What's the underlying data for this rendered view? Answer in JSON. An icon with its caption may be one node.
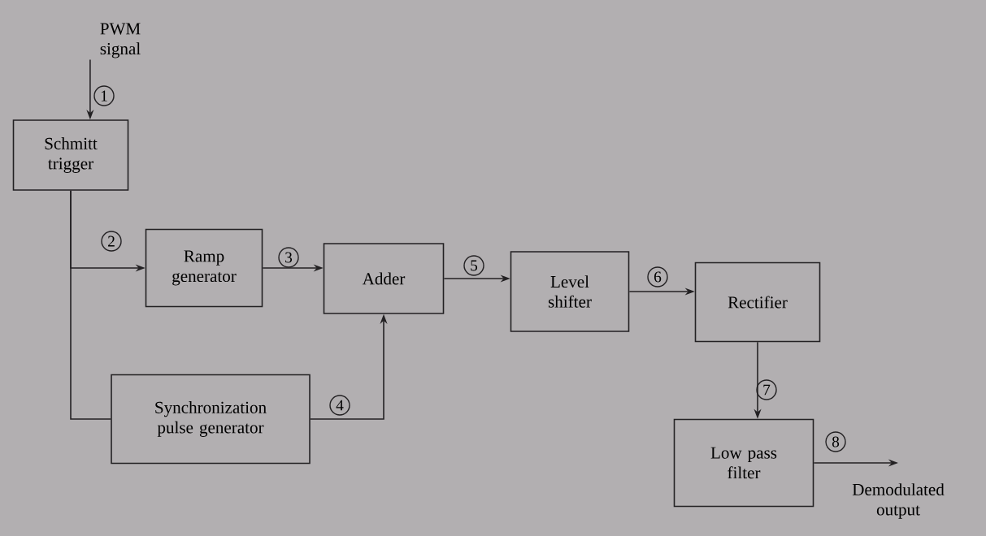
{
  "diagram": {
    "nodes": [
      {
        "text": [
          "PWM signal"
        ]
      },
      {
        "text": [
          "Schmitt trigger"
        ]
      },
      {
        "text": [
          "Ramp generator"
        ]
      },
      {
        "text": [
          "Adder"
        ]
      },
      {
        "text": [
          "Level shifter"
        ]
      },
      {
        "text": [
          "Rectifier"
        ]
      },
      {
        "text": [
          "Synchronization pulse generator"
        ]
      },
      {
        "text": [
          "Low pass filter"
        ]
      },
      {
        "text": [
          "Demodulated output"
        ]
      }
    ],
    "edges": [
      {
        "from": 0,
        "to": 1,
        "arrow": "to"
      },
      {
        "from": 1,
        "to": 2,
        "arrow": "to"
      },
      {
        "from": 1,
        "to": 6,
        "arrow": "none"
      },
      {
        "from": 2,
        "to": 3,
        "arrow": "to"
      },
      {
        "from": 6,
        "to": 3,
        "arrow": "to"
      },
      {
        "from": 3,
        "to": 4,
        "arrow": "to"
      },
      {
        "from": 4,
        "to": 5,
        "arrow": "to"
      },
      {
        "from": 5,
        "to": 7,
        "arrow": "to"
      },
      {
        "from": 7,
        "to": 8,
        "arrow": "to"
      }
    ],
    "labels": [
      "1",
      "2",
      "3",
      "4",
      "5",
      "6",
      "7",
      "8"
    ]
  }
}
